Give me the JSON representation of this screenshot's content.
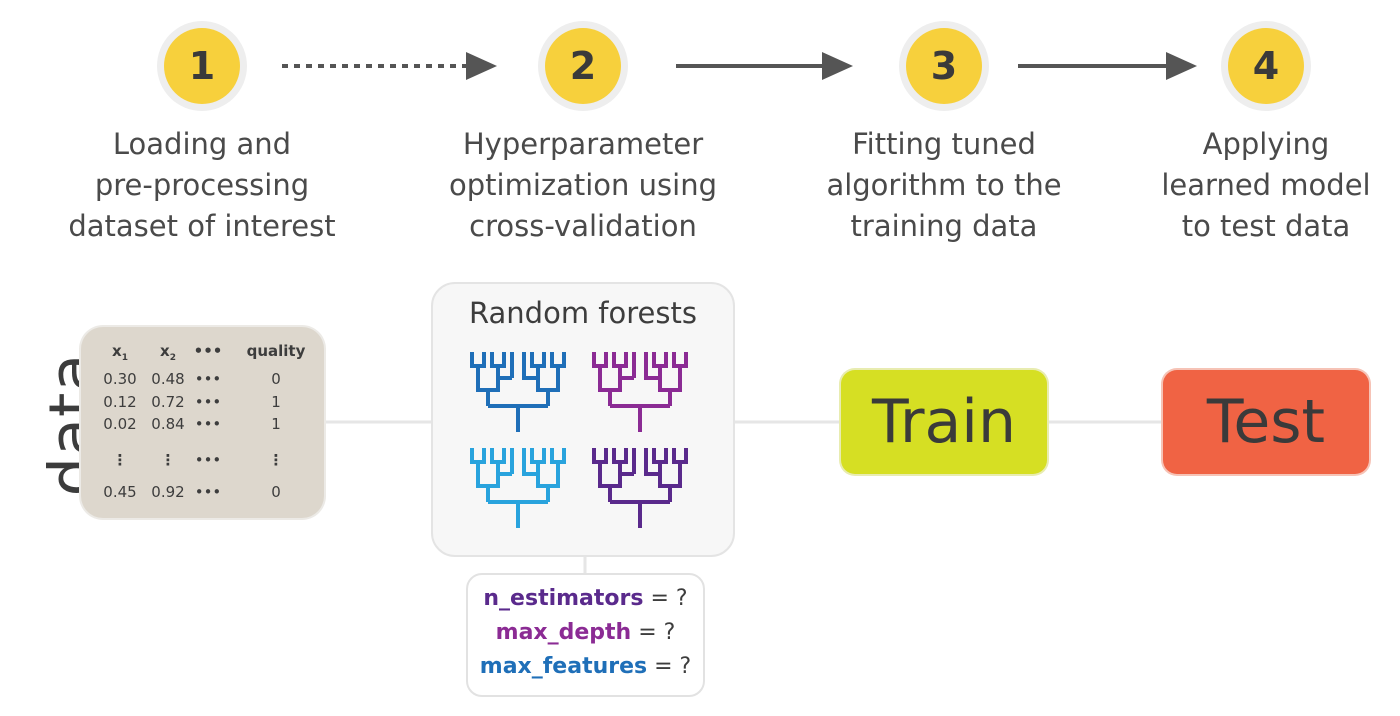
{
  "steps": [
    {
      "number": "1",
      "text": "Loading and\npre-processing\ndataset of interest"
    },
    {
      "number": "2",
      "text": "Hyperparameter\noptimization using\ncross-validation"
    },
    {
      "number": "3",
      "text": "Fitting tuned\nalgorithm to the\ntraining data"
    },
    {
      "number": "4",
      "text": "Applying\nlearned model\nto test data"
    }
  ],
  "data_label": "data",
  "data_table": {
    "headers": [
      "x",
      "x",
      "•••",
      "quality"
    ],
    "header_subscripts": [
      "1",
      "2"
    ],
    "rows": [
      [
        "0.30",
        "0.48",
        "•••",
        "0"
      ],
      [
        "0.12",
        "0.72",
        "•••",
        "1"
      ],
      [
        "0.02",
        "0.84",
        "•••",
        "1"
      ],
      [
        "⋮",
        "⋮",
        "•••",
        "⋮"
      ],
      [
        "0.45",
        "0.92",
        "•••",
        "0"
      ]
    ]
  },
  "random_forest": {
    "title": "Random forests",
    "tree_colors": [
      "#1f6fb8",
      "#8b2b94",
      "#29a3dd",
      "#5a2a8c"
    ]
  },
  "params": [
    {
      "name": "n_estimators",
      "suffix": " = ?",
      "color": "#5a2a8c"
    },
    {
      "name": "max_depth",
      "suffix": " = ?",
      "color": "#8b2b94"
    },
    {
      "name": "max_features",
      "suffix": " = ?",
      "color": "#1f6fb8"
    }
  ],
  "train": {
    "label": "Train",
    "color": "#d6df23"
  },
  "test": {
    "label": "Test",
    "color": "#f06344"
  }
}
